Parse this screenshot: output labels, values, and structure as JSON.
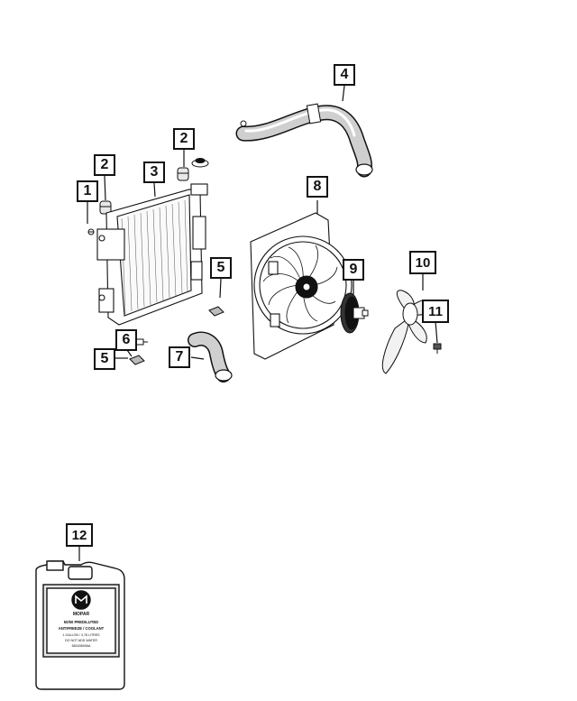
{
  "callouts": {
    "c1": "1",
    "c2a": "2",
    "c2b": "2",
    "c3": "3",
    "c4": "4",
    "c5a": "5",
    "c5b": "5",
    "c6": "6",
    "c7": "7",
    "c8": "8",
    "c9": "9",
    "c10": "10",
    "c11": "11",
    "c12": "12"
  },
  "jug_label": {
    "brand": "MOPAR",
    "line1": "50/50 PREDILUTED",
    "line2": "ANTIFREEZE / COOLANT",
    "line3": "1 GALLON / 3.78 LITRES",
    "line4": "DO NOT ADD WATER",
    "line5": "68163849AA"
  },
  "colors": {
    "ink": "#111111",
    "hose": "#9a9a9a",
    "light": "#dcdcdc"
  }
}
